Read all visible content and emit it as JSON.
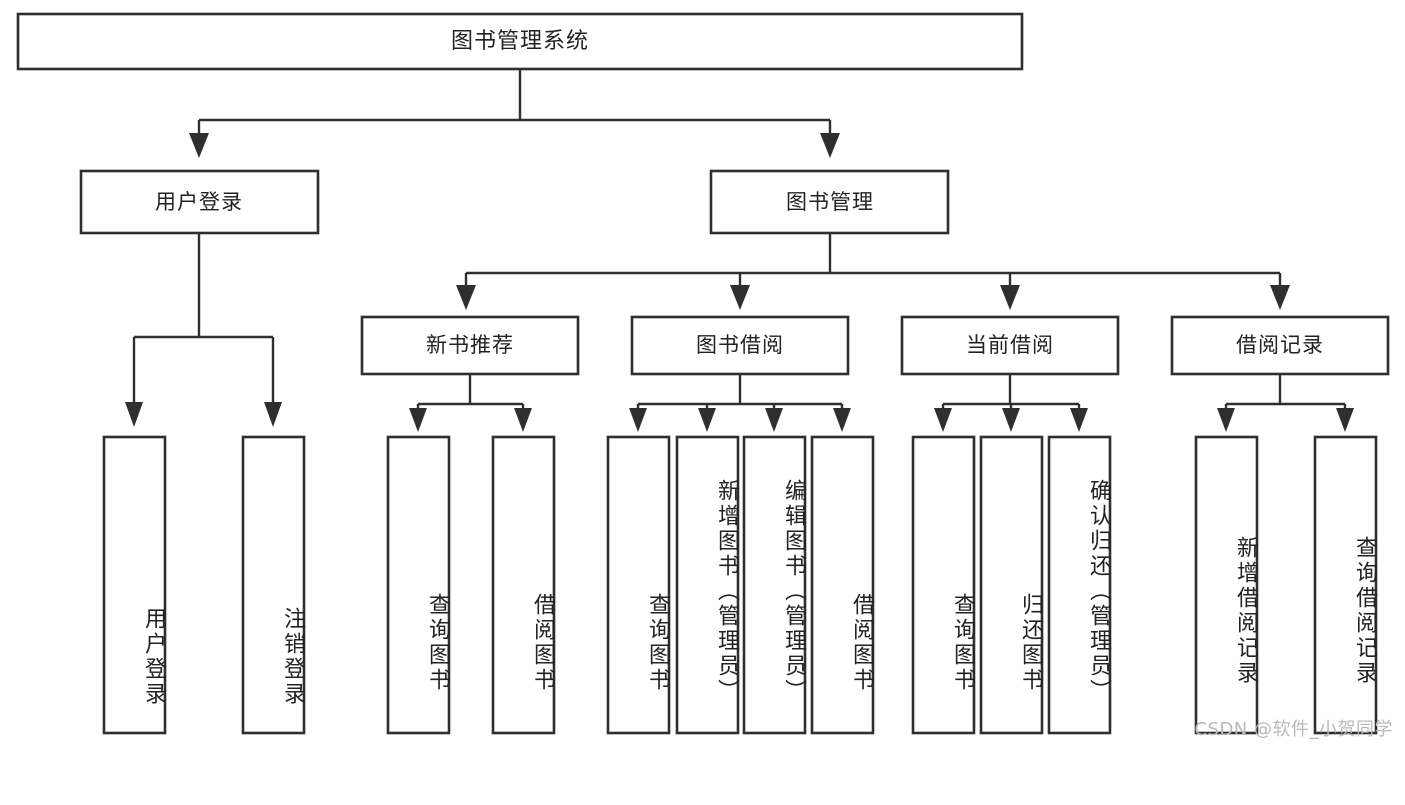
{
  "diagram": {
    "title": "图书管理系统",
    "type": "tree",
    "watermark": "CSDN @软件_小贺同学",
    "colors": {
      "box_stroke": "#2f2f2f",
      "box_fill": "#ffffff",
      "text": "#222222",
      "watermark": "#b9b9b9",
      "background": "#ffffff"
    },
    "levels": {
      "root": "图书管理系统",
      "level2": [
        "用户登录",
        "图书管理"
      ],
      "level3": [
        "新书推荐",
        "图书借阅",
        "当前借阅",
        "借阅记录"
      ]
    },
    "nodes": {
      "root": {
        "label": "图书管理系统"
      },
      "user_login": {
        "label": "用户登录"
      },
      "book_manage": {
        "label": "图书管理"
      },
      "new_book_rec": {
        "label": "新书推荐"
      },
      "book_borrow": {
        "label": "图书借阅"
      },
      "current_borrow": {
        "label": "当前借阅"
      },
      "borrow_record": {
        "label": "借阅记录"
      }
    },
    "leaves": {
      "user_login": [
        {
          "label": "用户登录"
        },
        {
          "label": "注销登录"
        }
      ],
      "new_book_rec": [
        {
          "label": "查询图书"
        },
        {
          "label": "借阅图书"
        }
      ],
      "book_borrow": [
        {
          "label": "查询图书"
        },
        {
          "label": "新增图书（管理员）"
        },
        {
          "label": "编辑图书（管理员）"
        },
        {
          "label": "借阅图书"
        }
      ],
      "current_borrow": [
        {
          "label": "查询图书"
        },
        {
          "label": "归还图书"
        },
        {
          "label": "确认归还（管理员）"
        }
      ],
      "borrow_record": [
        {
          "label": "新增借阅记录"
        },
        {
          "label": "查询借阅记录"
        }
      ]
    }
  }
}
